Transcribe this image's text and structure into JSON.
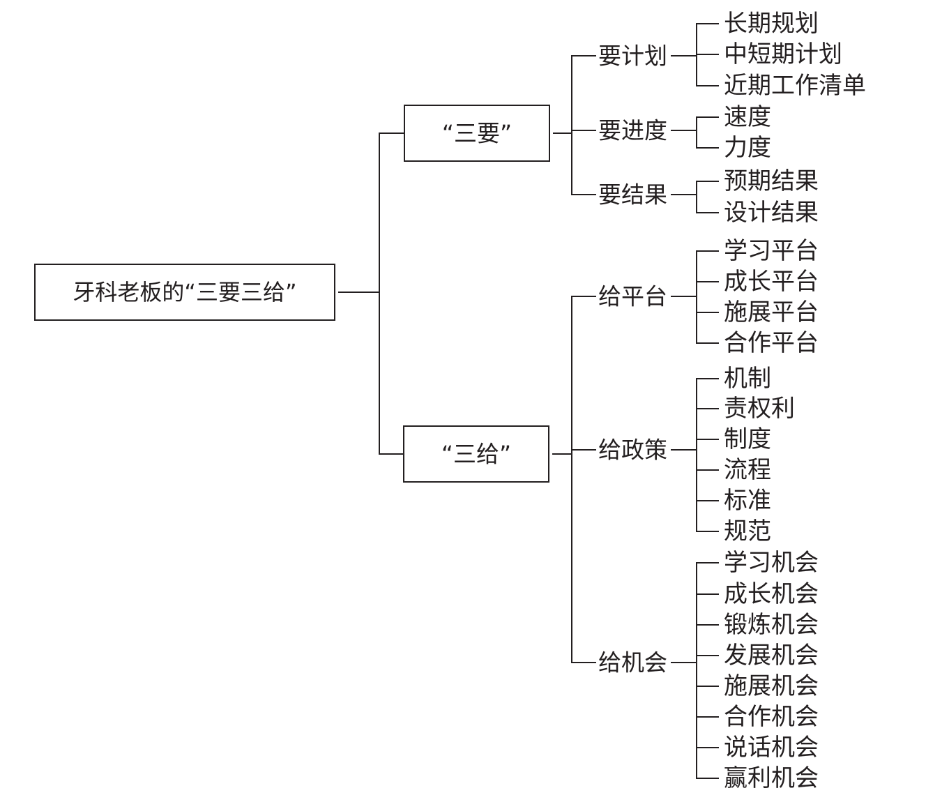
{
  "root": {
    "label": "牙科老板的“三要三给”"
  },
  "branches": [
    {
      "label": "“三要”",
      "children": [
        {
          "label": "要计划",
          "items": [
            "长期规划",
            "中短期计划",
            "近期工作清单"
          ]
        },
        {
          "label": "要进度",
          "items": [
            "速度",
            "力度"
          ]
        },
        {
          "label": "要结果",
          "items": [
            "预期结果",
            "设计结果"
          ]
        }
      ]
    },
    {
      "label": "“三给”",
      "children": [
        {
          "label": "给平台",
          "items": [
            "学习平台",
            "成长平台",
            "施展平台",
            "合作平台"
          ]
        },
        {
          "label": "给政策",
          "items": [
            "机制",
            "责权利",
            "制度",
            "流程",
            "标准",
            "规范"
          ]
        },
        {
          "label": "给机会",
          "items": [
            "学习机会",
            "成长机会",
            "锻炼机会",
            "发展机会",
            "施展机会",
            "合作机会",
            "说话机会",
            "赢利机会"
          ]
        }
      ]
    }
  ]
}
